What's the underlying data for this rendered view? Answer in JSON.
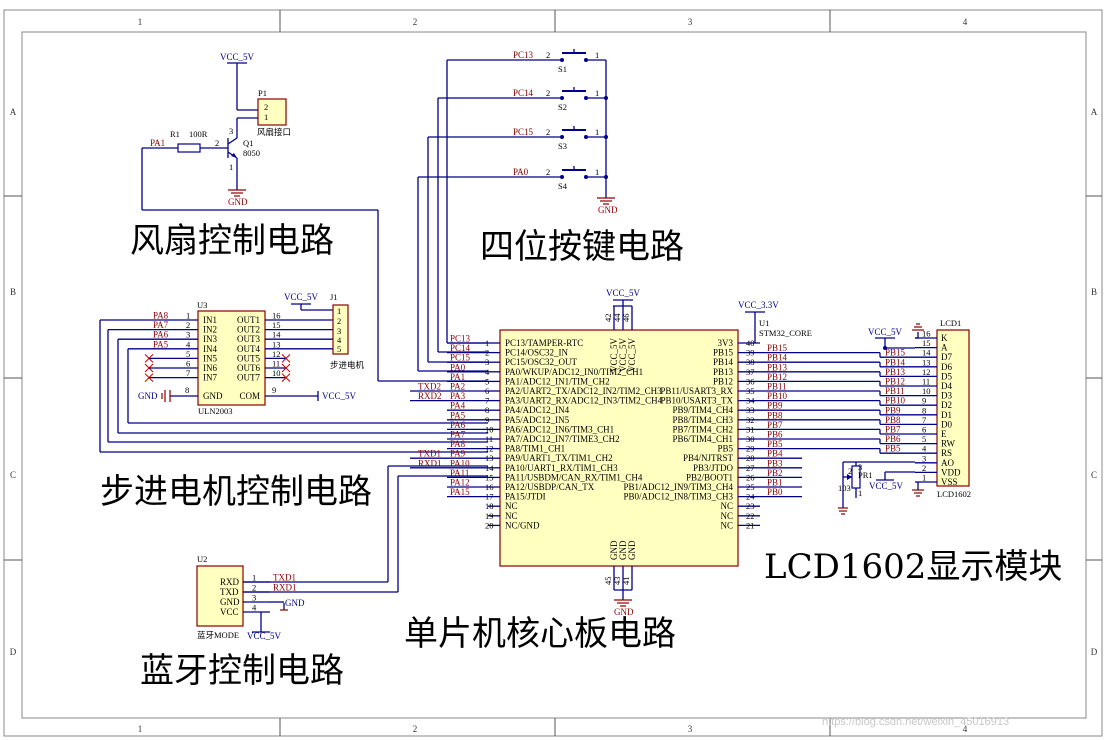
{
  "border": {
    "cols": [
      "1",
      "2",
      "3",
      "4"
    ],
    "rows": [
      "A",
      "B",
      "C",
      "D"
    ]
  },
  "section_titles": {
    "fan": "风扇控制电路",
    "buttons": "四位按键电路",
    "stepper": "步进电机控制电路",
    "lcd": "LCD1602显示模块",
    "mcu": "单片机核心板电路",
    "bluetooth": "蓝牙控制电路"
  },
  "fan": {
    "vcc": "VCC_5V",
    "gnd": "GND",
    "p1_ref": "P1",
    "p1_name": "风扇接口",
    "p1_pin2": "2",
    "p1_pin1": "1",
    "r1_ref": "R1",
    "r1_val": "100R",
    "q1_ref": "Q1",
    "q1_val": "8050",
    "q_pin3": "3",
    "q_pin2": "2",
    "q_pin1": "1",
    "net_pa1": "PA1"
  },
  "buttons": {
    "items": [
      {
        "net": "PC13",
        "ref": "S1"
      },
      {
        "net": "PC14",
        "ref": "S2"
      },
      {
        "net": "PC15",
        "ref": "S3"
      },
      {
        "net": "PA0",
        "ref": "S4"
      }
    ],
    "pin2": "2",
    "pin1": "1",
    "gnd": "GND"
  },
  "uln": {
    "ref": "U3",
    "name": "ULN2003",
    "left_pins": [
      {
        "num": "1",
        "name": "IN1",
        "net": "PA8"
      },
      {
        "num": "2",
        "name": "IN2",
        "net": "PA7"
      },
      {
        "num": "3",
        "name": "IN3",
        "net": "PA6"
      },
      {
        "num": "4",
        "name": "IN4",
        "net": "PA5"
      },
      {
        "num": "5",
        "name": "IN5",
        "net": ""
      },
      {
        "num": "6",
        "name": "IN6",
        "net": ""
      },
      {
        "num": "7",
        "name": "IN7",
        "net": ""
      }
    ],
    "right_pins": [
      {
        "num": "16",
        "name": "OUT1"
      },
      {
        "num": "15",
        "name": "OUT2"
      },
      {
        "num": "14",
        "name": "OUT3"
      },
      {
        "num": "13",
        "name": "OUT4"
      },
      {
        "num": "12",
        "name": "OUT5"
      },
      {
        "num": "11",
        "name": "OUT6"
      },
      {
        "num": "10",
        "name": "OUT7"
      }
    ],
    "gnd_name": "GND",
    "gnd_num": "8",
    "com_name": "COM",
    "com_num": "9",
    "gnd_label": "GND",
    "vcc_label": "VCC_5V"
  },
  "j1": {
    "ref": "J1",
    "name": "步进电机",
    "vcc": "VCC_5V",
    "pins": [
      "1",
      "2",
      "3",
      "4",
      "5"
    ]
  },
  "mcu": {
    "ref": "U1",
    "name": "STM32_CORE",
    "vcc33": "VCC_3.3V",
    "vcc5": "VCC_5V",
    "gnd": "GND",
    "top_pins": [
      "42",
      "44",
      "46"
    ],
    "top_names": [
      "VCC_5V",
      "VCC_5V",
      "VCC_5V"
    ],
    "bottom_pins": [
      "45",
      "43",
      "41"
    ],
    "bottom_names": [
      "GND",
      "GND",
      "GND"
    ],
    "left_pins": [
      {
        "num": "1",
        "name": "PC13/TAMPER-RTC",
        "net": "PC13"
      },
      {
        "num": "2",
        "name": "PC14/OSC32_IN",
        "net": "PC14"
      },
      {
        "num": "3",
        "name": "PC15/OSC32_OUT",
        "net": "PC15"
      },
      {
        "num": "4",
        "name": "PA0/WKUP/ADC12_IN0/TIM2_CH1",
        "net": "PA0"
      },
      {
        "num": "5",
        "name": "PA1/ADC12_IN1/TIM_CH2",
        "net": "PA1"
      },
      {
        "num": "6",
        "name": "PA2/UART2_TX/ADC12_IN2/TIM2_CH3",
        "net": "PA2",
        "ext": "TXD2"
      },
      {
        "num": "7",
        "name": "PA3/UART2_RX/ADC12_IN3/TIM2_CH4",
        "net": "PA3",
        "ext": "RXD2"
      },
      {
        "num": "8",
        "name": "PA4/ADC12_IN4",
        "net": "PA4"
      },
      {
        "num": "9",
        "name": "PA5/ADC12_IN5",
        "net": "PA5"
      },
      {
        "num": "10",
        "name": "PA6/ADC12_IN6/TIM3_CH1",
        "net": "PA6"
      },
      {
        "num": "11",
        "name": "PA7/ADC12_IN7/TIME3_CH2",
        "net": "PA7"
      },
      {
        "num": "12",
        "name": "PA8/TIM1_CH1",
        "net": "PA8"
      },
      {
        "num": "13",
        "name": "PA9/UART1_TX/TIM1_CH2",
        "net": "PA9",
        "ext": "TXD1"
      },
      {
        "num": "14",
        "name": "PA10/UART1_RX/TIM1_CH3",
        "net": "PA10",
        "ext": "RXD1"
      },
      {
        "num": "15",
        "name": "PA11/USBDM/CAN_RX/TIM1_CH4",
        "net": "PA11"
      },
      {
        "num": "16",
        "name": "PA12/USBDP/CAN_TX",
        "net": "PA12"
      },
      {
        "num": "17",
        "name": "PA15/JTDI",
        "net": "PA15"
      },
      {
        "num": "18",
        "name": "NC",
        "net": ""
      },
      {
        "num": "19",
        "name": "NC",
        "net": ""
      },
      {
        "num": "20",
        "name": "NC/GND",
        "net": ""
      }
    ],
    "right_pins": [
      {
        "num": "40",
        "name": "3V3",
        "net": ""
      },
      {
        "num": "39",
        "name": "PB15",
        "net": "PB15"
      },
      {
        "num": "38",
        "name": "PB14",
        "net": "PB14"
      },
      {
        "num": "37",
        "name": "PB13",
        "net": "PB13"
      },
      {
        "num": "36",
        "name": "PB12",
        "net": "PB12"
      },
      {
        "num": "35",
        "name": "PB11/USART3_RX",
        "net": "PB11"
      },
      {
        "num": "34",
        "name": "PB10/USART3_TX",
        "net": "PB10"
      },
      {
        "num": "33",
        "name": "PB9/TIM4_CH4",
        "net": "PB9"
      },
      {
        "num": "32",
        "name": "PB8/TIM4_CH3",
        "net": "PB8"
      },
      {
        "num": "31",
        "name": "PB7/TIM4_CH2",
        "net": "PB7"
      },
      {
        "num": "30",
        "name": "PB6/TIM4_CH1",
        "net": "PB6"
      },
      {
        "num": "29",
        "name": "PB5",
        "net": "PB5"
      },
      {
        "num": "28",
        "name": "PB4/NJTRST",
        "net": "PB4"
      },
      {
        "num": "27",
        "name": "PB3/JTDO",
        "net": "PB3"
      },
      {
        "num": "26",
        "name": "PB2/BOOT1",
        "net": "PB2"
      },
      {
        "num": "25",
        "name": "PB1/ADC12_IN9/TIM3_CH4",
        "net": "PB1"
      },
      {
        "num": "24",
        "name": "PB0/ADC12_IN8/TIM3_CH3",
        "net": "PB0"
      },
      {
        "num": "23",
        "name": "NC",
        "net": ""
      },
      {
        "num": "22",
        "name": "NC",
        "net": ""
      },
      {
        "num": "21",
        "name": "NC",
        "net": ""
      }
    ]
  },
  "lcd": {
    "ref": "LCD1",
    "name": "LCD1602",
    "vcc": "VCC_5V",
    "pins": [
      {
        "num": "16",
        "name": "K",
        "net": ""
      },
      {
        "num": "15",
        "name": "A",
        "net": ""
      },
      {
        "num": "14",
        "name": "D7",
        "net": "PB15"
      },
      {
        "num": "13",
        "name": "D6",
        "net": "PB14"
      },
      {
        "num": "12",
        "name": "D5",
        "net": "PB13"
      },
      {
        "num": "11",
        "name": "D4",
        "net": "PB12"
      },
      {
        "num": "10",
        "name": "D3",
        "net": "PB11"
      },
      {
        "num": "9",
        "name": "D2",
        "net": "PB10"
      },
      {
        "num": "8",
        "name": "D1",
        "net": "PB9"
      },
      {
        "num": "7",
        "name": "D0",
        "net": "PB8"
      },
      {
        "num": "6",
        "name": "E",
        "net": "PB7"
      },
      {
        "num": "5",
        "name": "RW",
        "net": "PB6"
      },
      {
        "num": "4",
        "name": "RS",
        "net": "PB5"
      },
      {
        "num": "3",
        "name": "AO",
        "net": ""
      },
      {
        "num": "2",
        "name": "VDD",
        "net": ""
      },
      {
        "num": "1",
        "name": "VSS",
        "net": ""
      }
    ],
    "pr_ref": "PR1",
    "pr_val": "103",
    "pr_pin1": "1",
    "pr_pin2": "2",
    "pr_pin3": "3",
    "vcc2": "VCC_5V"
  },
  "bt": {
    "ref": "U2",
    "name": "蓝牙MODE",
    "vcc": "VCC_5V",
    "gnd_net": "GND",
    "pins": [
      {
        "num": "1",
        "name": "RXD",
        "net": "TXD1"
      },
      {
        "num": "2",
        "name": "TXD",
        "net": "RXD1"
      },
      {
        "num": "3",
        "name": "GND",
        "net": ""
      },
      {
        "num": "4",
        "name": "VCC",
        "net": ""
      }
    ]
  },
  "watermark": "https://blog.csdn.net/weixin_45016913"
}
